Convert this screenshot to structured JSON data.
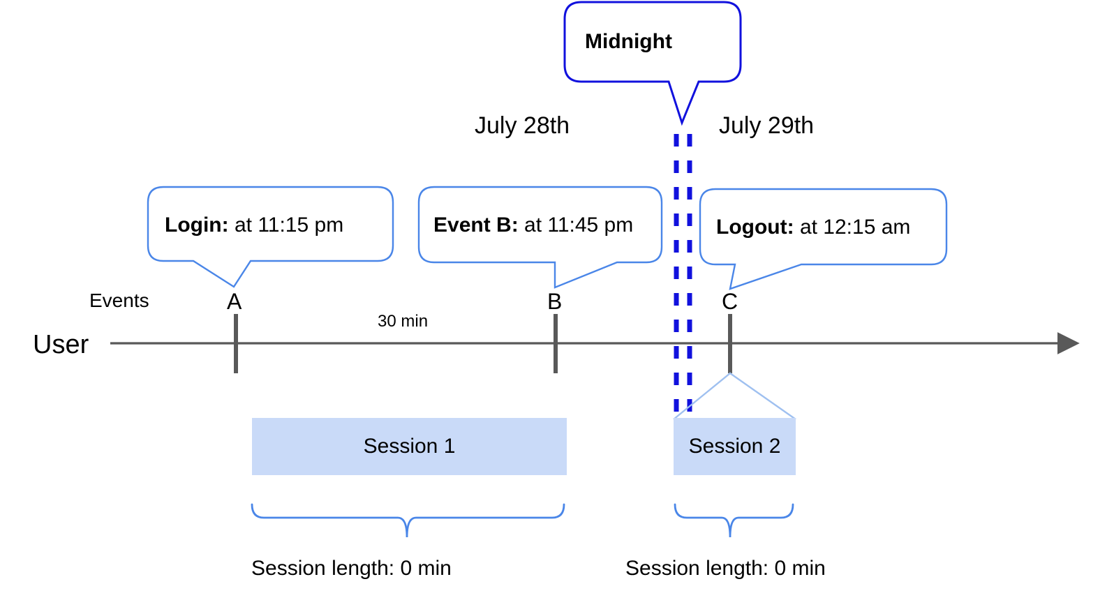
{
  "diagram": {
    "title_callout": {
      "label": "Midnight",
      "border_color": "#1111dd"
    },
    "date_labels": [
      {
        "label": "July 28th"
      },
      {
        "label": "July 29th"
      }
    ],
    "axis": {
      "row_label": "User",
      "events_label": "Events",
      "line_color": "#595959",
      "tick_color": "#595959"
    },
    "event_callouts": [
      {
        "name": "login",
        "bold": "Login:",
        "rest": " at 11:15 pm",
        "border_color": "#4a86e8"
      },
      {
        "name": "event-b",
        "bold": "Event B:",
        "rest": " at 11:45 pm",
        "border_color": "#4a86e8"
      },
      {
        "name": "logout",
        "bold": "Logout:",
        "rest": " at 12:15 am",
        "border_color": "#4a86e8"
      }
    ],
    "event_markers": [
      {
        "letter": "A"
      },
      {
        "letter": "B"
      },
      {
        "letter": "C"
      }
    ],
    "interval_label": "30 min",
    "sessions": [
      {
        "label": "Session 1",
        "fill_color": "#c9daf8",
        "length_label": "Session length: 0 min"
      },
      {
        "label": "Session 2",
        "fill_color": "#c9daf8",
        "length_label": "Session length: 0 min"
      }
    ],
    "brace_color": "#4a86e8",
    "connector_color": "#9fc0f0"
  }
}
